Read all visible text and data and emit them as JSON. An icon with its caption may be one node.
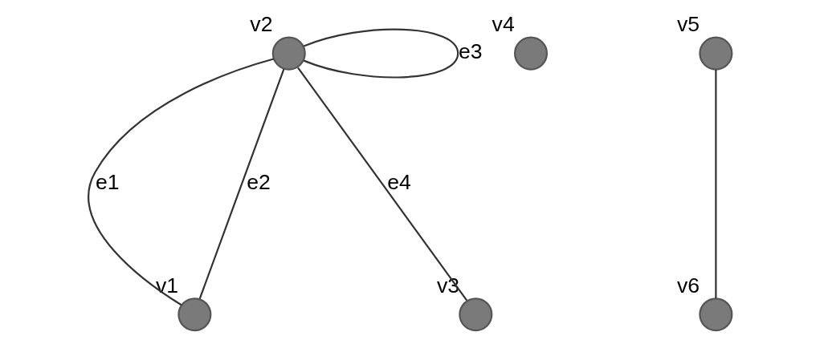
{
  "diagram": {
    "nodes": [
      {
        "text": [],
        "shape": "circle",
        "beside": [
          "v2"
        ]
      },
      {
        "text": [],
        "shape": "circle",
        "beside": [
          "v4"
        ]
      },
      {
        "text": [],
        "shape": "circle",
        "beside": [
          "v5"
        ]
      },
      {
        "text": [],
        "shape": "circle",
        "beside": [
          "v1"
        ]
      },
      {
        "text": [],
        "shape": "circle",
        "beside": [
          "v3"
        ]
      },
      {
        "text": [],
        "shape": "circle",
        "beside": [
          "v6"
        ]
      }
    ],
    "edges": [
      {
        "from": 0,
        "to": 3,
        "arrow": "none",
        "label": "e1"
      },
      {
        "from": 0,
        "to": 3,
        "arrow": "none",
        "label": "e2"
      },
      {
        "from": 0,
        "to": 0,
        "arrow": "none",
        "label": "e3"
      },
      {
        "from": 0,
        "to": 4,
        "arrow": "none",
        "label": "e4"
      },
      {
        "from": 2,
        "to": 5,
        "arrow": "none"
      }
    ]
  }
}
